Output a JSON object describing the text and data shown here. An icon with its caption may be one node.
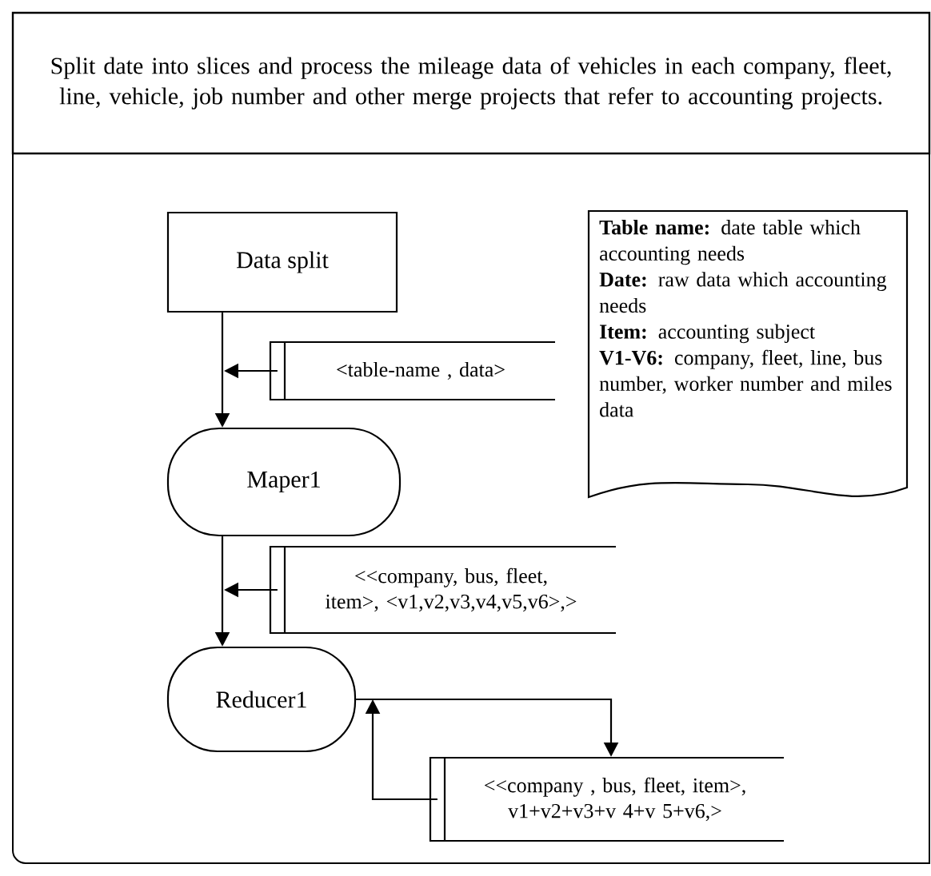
{
  "diagram": {
    "nodes": [
      {
        "text": [
          "Split date into slices and process the mileage data of vehicles in each company, fleet, line, vehicle, job number and other merge projects that refer to accounting projects."
        ]
      },
      {
        "text": [
          "Data split"
        ]
      },
      {
        "text": [
          "Maper1"
        ]
      },
      {
        "text": [
          "Reducer1"
        ]
      },
      {
        "text": [
          "<table-name , data>"
        ]
      },
      {
        "text": [
          "<<company, bus, fleet, item>, <v1,v2,v3,v4,v5,v6>,>"
        ]
      },
      {
        "text": [
          "<<company , bus, fleet, item>, v1+v2+v3+v 4+v 5+v6,>"
        ]
      },
      {
        "text": [
          "**Table name:** date table which accounting needs",
          "**Date:** raw data which accounting needs",
          "**Item:** accounting subject",
          "**V1-V6:** company, fleet, line, bus number, worker number and miles data"
        ]
      }
    ],
    "edges": [
      {
        "from": 1,
        "to": 2,
        "arrow": "to"
      },
      {
        "from": 2,
        "to": 3,
        "arrow": "to"
      },
      {
        "from": 4,
        "to": null,
        "arrow": "to"
      },
      {
        "from": 5,
        "to": null,
        "arrow": "to"
      },
      {
        "from": 3,
        "to": 6,
        "arrow": "to"
      },
      {
        "from": 6,
        "to": 3,
        "arrow": "to"
      }
    ]
  }
}
